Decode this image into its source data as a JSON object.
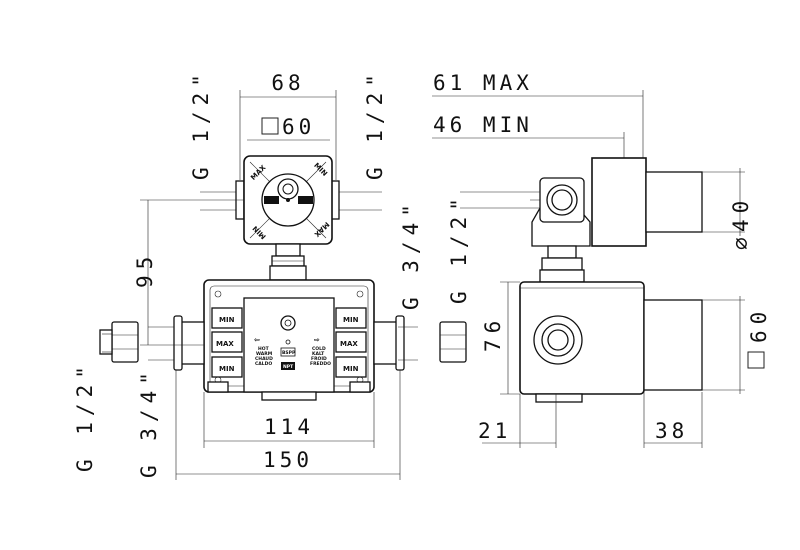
{
  "top_view": {
    "width_dim": "68",
    "square_dim": "60",
    "port_left": "G  1/2\"",
    "port_right": "G  1/2\"",
    "height_dim": "95",
    "cap_labels": {
      "max_top": "MAX",
      "min_top": "MIN",
      "min_bottom": "MIN",
      "max_bottom": "MAX"
    }
  },
  "front_view": {
    "port_top": "G  3/4\"",
    "port_left_small": "G  1/2\"",
    "port_left_large": "G  3/4\"",
    "inner_width_dim": "114",
    "outer_width_dim": "150",
    "tabs": {
      "left": [
        "MIN",
        "MAX",
        "MIN"
      ],
      "right": [
        "MIN",
        "MAX",
        "MIN"
      ]
    },
    "label_hot": [
      "HOT",
      "WARM",
      "CHAUD",
      "CALDO"
    ],
    "label_cold": [
      "COLD",
      "KALT",
      "FROID",
      "FREDDO"
    ],
    "badges": [
      "BSPP",
      "NPT"
    ]
  },
  "side_view": {
    "max_dim": "61  MAX",
    "min_dim": "46  MIN",
    "diameter_dim": "40",
    "port_top": "G  1/2\"",
    "height_dim": "76",
    "square_dim": "60",
    "left_dim": "21",
    "right_dim": "38"
  }
}
